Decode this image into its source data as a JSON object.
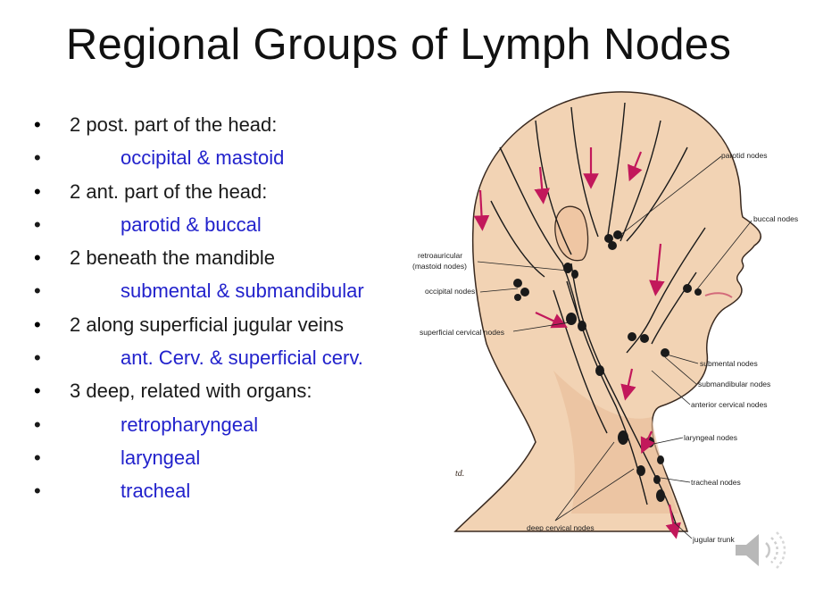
{
  "slide": {
    "title": "Regional Groups of Lymph Nodes",
    "bullets": [
      {
        "text": "2 post. part of the head:",
        "level": 1
      },
      {
        "text": "occipital & mastoid",
        "level": 2
      },
      {
        "text": "2 ant. part of the head:",
        "level": 1
      },
      {
        "text": "parotid & buccal",
        "level": 2
      },
      {
        "text": "2 beneath the mandible",
        "level": 1
      },
      {
        "text": "submental & submandibular",
        "level": 2
      },
      {
        "text": "2 along superficial jugular veins",
        "level": 1
      },
      {
        "text": "ant. Cerv. & superficial cerv.",
        "level": 2
      },
      {
        "text": "3 deep, related with organs:",
        "level": 1
      },
      {
        "text": "retropharyngeal",
        "level": 2
      },
      {
        "text": "laryngeal",
        "level": 2
      },
      {
        "text": "tracheal",
        "level": 2
      }
    ],
    "bullet_char": "•"
  },
  "figure": {
    "labels": {
      "parotid": "parotid nodes",
      "buccal": "buccal nodes",
      "retroauricular_1": "retroauricular",
      "retroauricular_2": "(mastoid nodes)",
      "occipital": "occipital nodes",
      "superficial_cervical": "superficial cervical nodes",
      "submental": "submental nodes",
      "submandibular": "submandibular nodes",
      "anterior_cervical": "anterior cervical nodes",
      "laryngeal": "laryngeal nodes",
      "tracheal": "tracheal nodes",
      "deep_cervical": "deep cervical nodes",
      "jugular_trunk": "jugular trunk",
      "signature": "td."
    },
    "colors": {
      "skin": "#f2d3b4",
      "skin_shade": "#e8bd98",
      "outline": "#3a2a20",
      "lymph": "#1a1a1a",
      "arrow": "#c2185b"
    }
  },
  "audio_icon": "speaker-icon"
}
